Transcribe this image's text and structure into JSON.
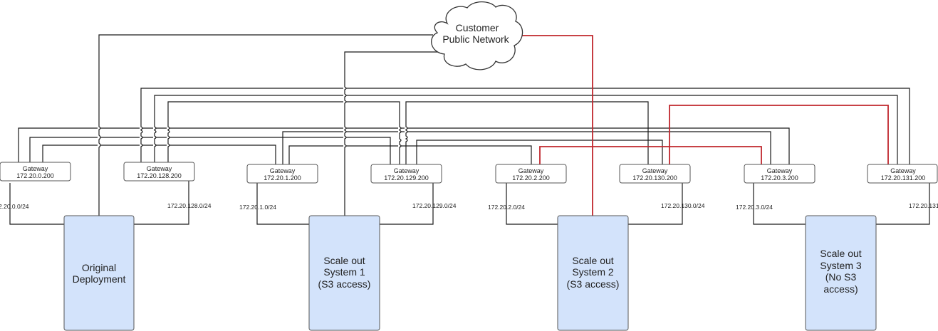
{
  "cloud": {
    "lines": [
      "Customer",
      "Public Network"
    ]
  },
  "colors": {
    "line": "#1a1a1a",
    "highlight": "#c0272d",
    "system_fill": "#d3e3fb",
    "system_stroke": "#555555"
  },
  "gateways": [
    {
      "title": "Gateway",
      "ip": "172.20.0.200"
    },
    {
      "title": "Gateway",
      "ip": "172.20.128.200"
    },
    {
      "title": "Gateway",
      "ip": "172.20.1.200"
    },
    {
      "title": "Gateway",
      "ip": "172.20.129.200"
    },
    {
      "title": "Gateway",
      "ip": "172.20.2.200"
    },
    {
      "title": "Gateway",
      "ip": "172.20.130.200"
    },
    {
      "title": "Gateway",
      "ip": "172.20.3.200"
    },
    {
      "title": "Gateway",
      "ip": "172.20.131.200"
    }
  ],
  "subnets": [
    "2.20.0.0/24",
    "172.20.128.0/24",
    "172.20.1.0/24",
    "172.20.129.0/24",
    "172.20.2.0/24",
    "172.20.130.0/24",
    "172.20.3.0/24",
    "172.20.131"
  ],
  "systems": [
    {
      "lines": [
        "Original",
        "Deployment"
      ]
    },
    {
      "lines": [
        "Scale out",
        "System 1",
        "(S3 access)"
      ]
    },
    {
      "lines": [
        "Scale out",
        "System 2",
        "(S3 access)"
      ]
    },
    {
      "lines": [
        "Scale out",
        "System 3",
        "(No S3",
        "access)"
      ]
    }
  ]
}
